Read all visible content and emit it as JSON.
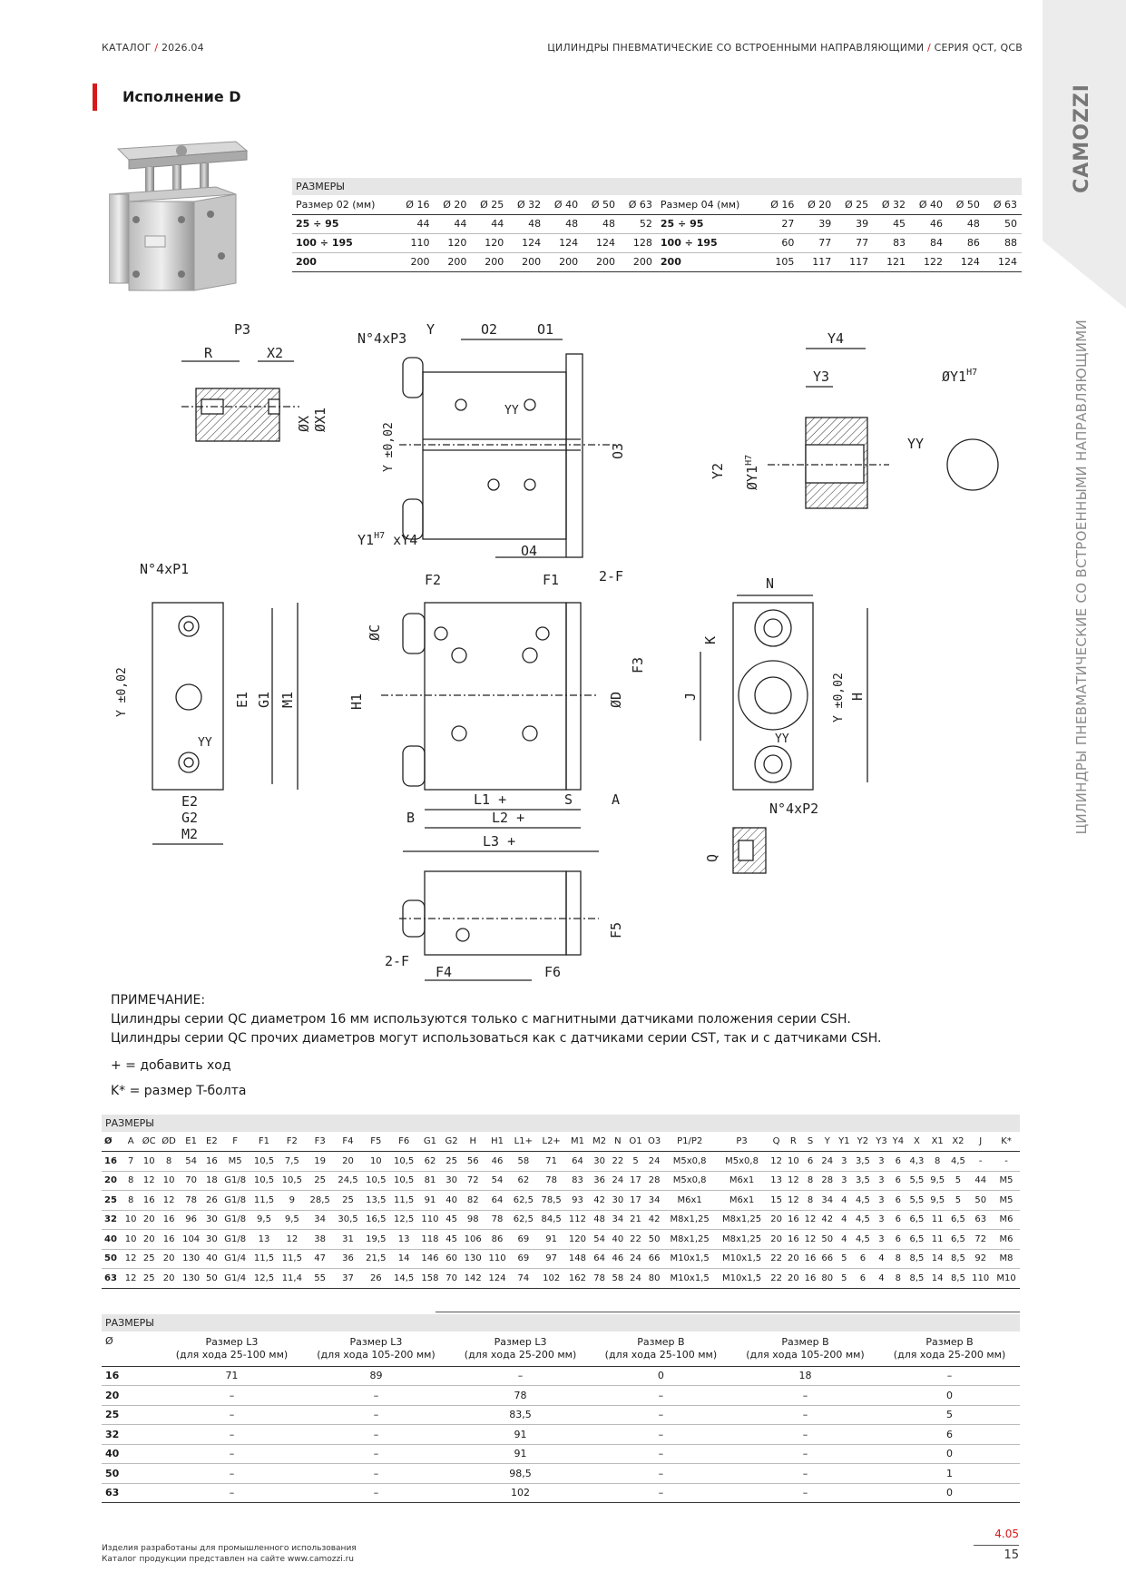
{
  "header": {
    "left_a": "КАТАЛОГ",
    "left_sep": "/",
    "left_b": "2026.04",
    "right_a": "ЦИЛИНДРЫ ПНЕВМАТИЧЕСКИЕ СО ВСТРОЕННЫМИ НАПРАВЛЯЮЩИМИ",
    "right_sep": "/",
    "right_b": "СЕРИЯ QCT, QCB"
  },
  "brand": "CAMOZZI",
  "side_title": "ЦИЛИНДРЫ ПНЕВМАТИЧЕСКИЕ СО ВСТРОЕННЫМИ НАПРАВЛЯЮЩИМИ",
  "section_title": "Исполнение D",
  "table1": {
    "caption": "РАЗМЕРЫ",
    "header": [
      "Размер 02 (мм)",
      "Ø 16",
      "Ø 20",
      "Ø 25",
      "Ø 32",
      "Ø 40",
      "Ø 50",
      "Ø 63",
      "Размер 04 (мм)",
      "Ø 16",
      "Ø 20",
      "Ø 25",
      "Ø 32",
      "Ø 40",
      "Ø 50",
      "Ø 63"
    ],
    "rows": [
      [
        "25 ÷ 95",
        "44",
        "44",
        "44",
        "48",
        "48",
        "48",
        "52",
        "25 ÷ 95",
        "27",
        "39",
        "39",
        "45",
        "46",
        "48",
        "50"
      ],
      [
        "100 ÷ 195",
        "110",
        "120",
        "120",
        "124",
        "124",
        "124",
        "128",
        "100 ÷ 195",
        "60",
        "77",
        "77",
        "83",
        "84",
        "86",
        "88"
      ],
      [
        "200",
        "200",
        "200",
        "200",
        "200",
        "200",
        "200",
        "200",
        "200",
        "105",
        "117",
        "117",
        "121",
        "122",
        "124",
        "124"
      ]
    ]
  },
  "drawing_labels": {
    "p3": "P3",
    "r": "R",
    "x2": "X2",
    "ox": "ØX",
    "ox1": "ØX1",
    "n4p3": "N°4xP3",
    "y": "Y",
    "o2": "O2",
    "o1": "O1",
    "yy": "YY",
    "y002": "Y ±0,02",
    "o3": "O3",
    "y1y4": "Y1",
    "y1y4_sup": "H7",
    "y1y4_tail": " xY4",
    "o4": "O4",
    "y4": "Y4",
    "y3": "Y3",
    "y2": "Y2",
    "oy1": "ØY1",
    "oy1_sup": "H7",
    "n4p1": "N°4xP1",
    "e1": "E1",
    "g1": "G1",
    "m1": "M1",
    "e2": "E2",
    "g2": "G2",
    "m2": "M2",
    "f2": "F2",
    "f1": "F1",
    "two_f": "2-F",
    "oc": "ØC",
    "h1": "H1",
    "f3": "F3",
    "od": "ØD",
    "l1": "L1  +",
    "s": "S",
    "a": "A",
    "b": "B",
    "l2": "L2  +",
    "l3": "L3  +",
    "n": "N",
    "k": "K",
    "j": "J",
    "h": "H",
    "n4p2": "N°4xP2",
    "q": "Q",
    "f5": "F5",
    "f4": "F4",
    "f6": "F6"
  },
  "note": {
    "title": "ПРИМЕЧАНИЕ:",
    "line1": "Цилиндры серии QC диаметром 16 мм используются только с магнитными датчиками положения серии CSH.",
    "line2": "Цилиндры серии QC прочих диаметров могут использоваться как с датчиками серии CST, так и с датчиками CSH."
  },
  "legend": {
    "plus": "+ = добавить ход",
    "k": "K* = размер T-болта"
  },
  "table2": {
    "caption": "РАЗМЕРЫ",
    "header": [
      "Ø",
      "A",
      "ØC",
      "ØD",
      "E1",
      "E2",
      "F",
      "F1",
      "F2",
      "F3",
      "F4",
      "F5",
      "F6",
      "G1",
      "G2",
      "H",
      "H1",
      "L1+",
      "L2+",
      "M1",
      "M2",
      "N",
      "O1",
      "O3",
      "P1/P2",
      "P3",
      "Q",
      "R",
      "S",
      "Y",
      "Y1",
      "Y2",
      "Y3",
      "Y4",
      "X",
      "X1",
      "X2",
      "J",
      "K*"
    ],
    "rows": [
      [
        "16",
        "7",
        "10",
        "8",
        "54",
        "16",
        "M5",
        "10,5",
        "7,5",
        "19",
        "20",
        "10",
        "10,5",
        "62",
        "25",
        "56",
        "46",
        "58",
        "71",
        "64",
        "30",
        "22",
        "5",
        "24",
        "M5x0,8",
        "M5x0,8",
        "12",
        "10",
        "6",
        "24",
        "3",
        "3,5",
        "3",
        "6",
        "4,3",
        "8",
        "4,5",
        "-",
        "-"
      ],
      [
        "20",
        "8",
        "12",
        "10",
        "70",
        "18",
        "G1/8",
        "10,5",
        "10,5",
        "25",
        "24,5",
        "10,5",
        "10,5",
        "81",
        "30",
        "72",
        "54",
        "62",
        "78",
        "83",
        "36",
        "24",
        "17",
        "28",
        "M5x0,8",
        "M6x1",
        "13",
        "12",
        "8",
        "28",
        "3",
        "3,5",
        "3",
        "6",
        "5,5",
        "9,5",
        "5",
        "44",
        "M5"
      ],
      [
        "25",
        "8",
        "16",
        "12",
        "78",
        "26",
        "G1/8",
        "11,5",
        "9",
        "28,5",
        "25",
        "13,5",
        "11,5",
        "91",
        "40",
        "82",
        "64",
        "62,5",
        "78,5",
        "93",
        "42",
        "30",
        "17",
        "34",
        "M6x1",
        "M6x1",
        "15",
        "12",
        "8",
        "34",
        "4",
        "4,5",
        "3",
        "6",
        "5,5",
        "9,5",
        "5",
        "50",
        "M5"
      ],
      [
        "32",
        "10",
        "20",
        "16",
        "96",
        "30",
        "G1/8",
        "9,5",
        "9,5",
        "34",
        "30,5",
        "16,5",
        "12,5",
        "110",
        "45",
        "98",
        "78",
        "62,5",
        "84,5",
        "112",
        "48",
        "34",
        "21",
        "42",
        "M8x1,25",
        "M8x1,25",
        "20",
        "16",
        "12",
        "42",
        "4",
        "4,5",
        "3",
        "6",
        "6,5",
        "11",
        "6,5",
        "63",
        "M6"
      ],
      [
        "40",
        "10",
        "20",
        "16",
        "104",
        "30",
        "G1/8",
        "13",
        "12",
        "38",
        "31",
        "19,5",
        "13",
        "118",
        "45",
        "106",
        "86",
        "69",
        "91",
        "120",
        "54",
        "40",
        "22",
        "50",
        "M8x1,25",
        "M8x1,25",
        "20",
        "16",
        "12",
        "50",
        "4",
        "4,5",
        "3",
        "6",
        "6,5",
        "11",
        "6,5",
        "72",
        "M6"
      ],
      [
        "50",
        "12",
        "25",
        "20",
        "130",
        "40",
        "G1/4",
        "11,5",
        "11,5",
        "47",
        "36",
        "21,5",
        "14",
        "146",
        "60",
        "130",
        "110",
        "69",
        "97",
        "148",
        "64",
        "46",
        "24",
        "66",
        "M10x1,5",
        "M10x1,5",
        "22",
        "20",
        "16",
        "66",
        "5",
        "6",
        "4",
        "8",
        "8,5",
        "14",
        "8,5",
        "92",
        "M8"
      ],
      [
        "63",
        "12",
        "25",
        "20",
        "130",
        "50",
        "G1/4",
        "12,5",
        "11,4",
        "55",
        "37",
        "26",
        "14,5",
        "158",
        "70",
        "142",
        "124",
        "74",
        "102",
        "162",
        "78",
        "58",
        "24",
        "80",
        "M10x1,5",
        "M10x1,5",
        "22",
        "20",
        "16",
        "80",
        "5",
        "6",
        "4",
        "8",
        "8,5",
        "14",
        "8,5",
        "110",
        "M10"
      ]
    ]
  },
  "table3": {
    "caption": "РАЗМЕРЫ",
    "header": [
      {
        "a": "Ø",
        "b": ""
      },
      {
        "a": "Размер L3",
        "b": "(для хода 25-100 мм)"
      },
      {
        "a": "Размер L3",
        "b": "(для хода 105-200 мм)"
      },
      {
        "a": "Размер L3",
        "b": "(для хода 25-200 мм)"
      },
      {
        "a": "Размер B",
        "b": "(для хода 25-100 мм)"
      },
      {
        "a": "Размер B",
        "b": "(для хода 105-200 мм)"
      },
      {
        "a": "Размер B",
        "b": "(для хода 25-200 мм)"
      }
    ],
    "rows": [
      [
        "16",
        "71",
        "89",
        "–",
        "0",
        "18",
        "–"
      ],
      [
        "20",
        "–",
        "–",
        "78",
        "–",
        "–",
        "0"
      ],
      [
        "25",
        "–",
        "–",
        "83,5",
        "–",
        "–",
        "5"
      ],
      [
        "32",
        "–",
        "–",
        "91",
        "–",
        "–",
        "6"
      ],
      [
        "40",
        "–",
        "–",
        "91",
        "–",
        "–",
        "0"
      ],
      [
        "50",
        "–",
        "–",
        "98,5",
        "–",
        "–",
        "1"
      ],
      [
        "63",
        "–",
        "–",
        "102",
        "–",
        "–",
        "0"
      ]
    ]
  },
  "footer": {
    "line1": "Изделия разработаны для промышленного использования",
    "line2": "Каталог продукции представлен на сайте www.camozzi.ru",
    "page_section": "4.05",
    "page_number": "15"
  }
}
